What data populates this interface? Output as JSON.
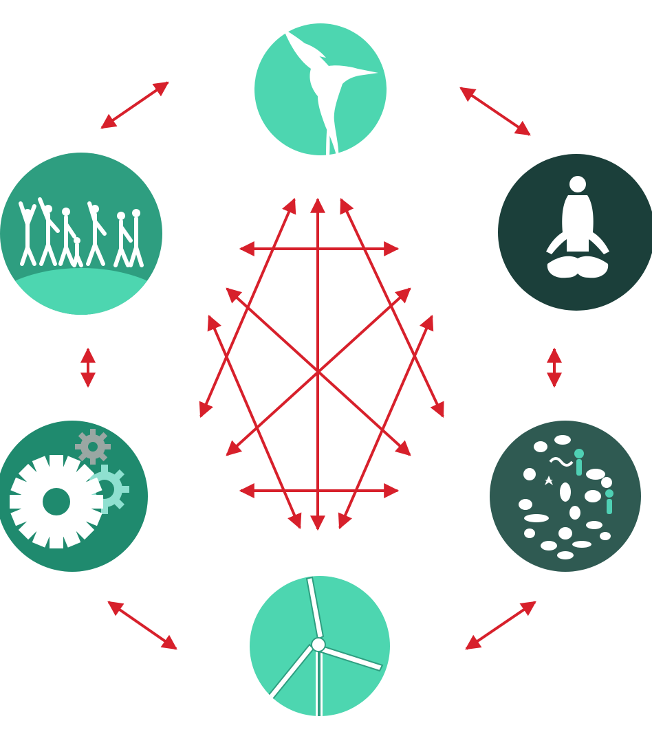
{
  "colors": {
    "arrow": "#d7202b",
    "node_light": "#4dd6b0",
    "node_mid": "#2e9e80",
    "node_dark": "#1b3f3a",
    "node_teal": "#1f8a6e",
    "node_species": "#2f5a52",
    "icon_fill": "#ffffff",
    "accent_aqua": "#4fd0b4",
    "gear_grey": "#9aa7a3"
  },
  "nodes": [
    {
      "id": "biodiversity-bird",
      "icon": "hummingbird-icon"
    },
    {
      "id": "wellbeing",
      "icon": "meditation-icon"
    },
    {
      "id": "species",
      "icon": "animals-icon"
    },
    {
      "id": "energy",
      "icon": "wind-turbine-icon"
    },
    {
      "id": "technology",
      "icon": "gears-icon"
    },
    {
      "id": "people",
      "icon": "crowd-icon"
    }
  ]
}
